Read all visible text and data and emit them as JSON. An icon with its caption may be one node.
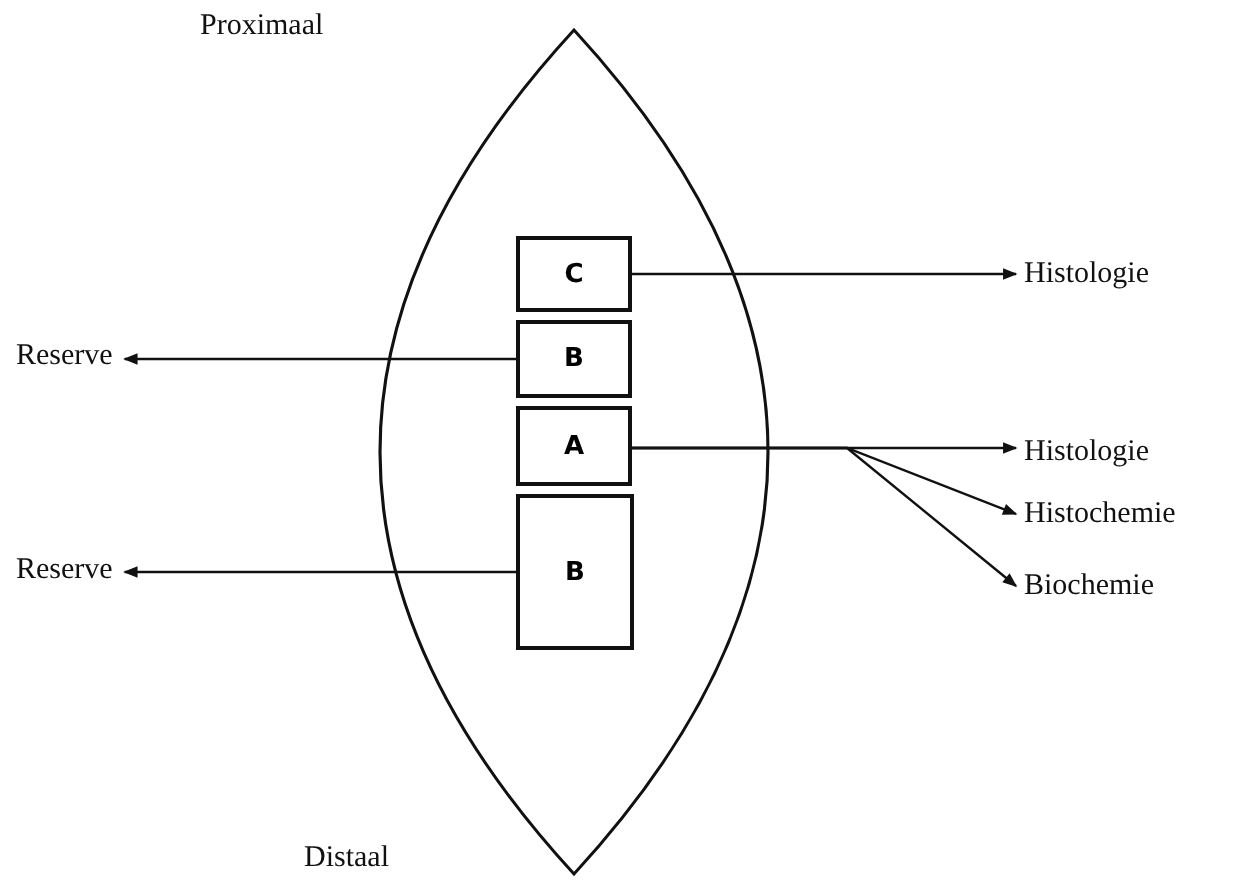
{
  "diagram": {
    "nodes": [
      {
        "text": [
          "Proximaal",
          "Distaal"
        ]
      },
      {
        "text": [
          "C"
        ],
        "in": 0
      },
      {
        "text": [
          "B"
        ],
        "in": 0
      },
      {
        "text": [
          "A"
        ],
        "in": 0
      },
      {
        "text": [
          "B"
        ],
        "in": 0
      },
      {
        "text": [
          "Reserve"
        ]
      },
      {
        "text": [
          "Reserve"
        ]
      },
      {
        "text": [
          "Histologie"
        ]
      },
      {
        "text": [
          "Histologie"
        ]
      },
      {
        "text": [
          "Histochemie"
        ]
      },
      {
        "text": [
          "Biochemie"
        ]
      }
    ],
    "edges": [
      {
        "from": 1,
        "to": 7,
        "arrow": "to"
      },
      {
        "from": 2,
        "to": 5,
        "arrow": "to"
      },
      {
        "from": 3,
        "to": 8,
        "arrow": "to"
      },
      {
        "from": 3,
        "to": 9,
        "arrow": "to"
      },
      {
        "from": 3,
        "to": 10,
        "arrow": "to"
      },
      {
        "from": 4,
        "to": 6,
        "arrow": "to"
      }
    ]
  }
}
